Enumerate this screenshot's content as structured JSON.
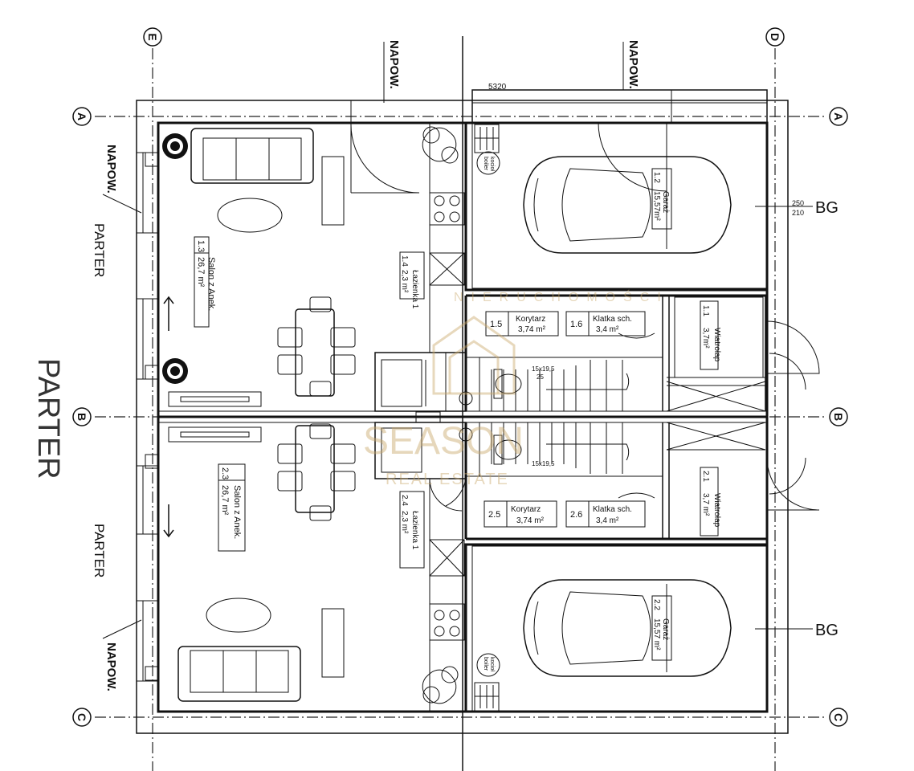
{
  "grid": {
    "top_left": "E",
    "top_right": "D",
    "row_a": "A",
    "row_b": "B",
    "row_c": "C"
  },
  "labels": {
    "napow": "NAPOW.",
    "parter": "PARTER",
    "parter_big": "PARTER",
    "bg": "BG",
    "dim_width": "5320",
    "dim_bg_top": "250",
    "dim_bg_bottom": "210",
    "stair_top": "15x19,5",
    "stair_top_2": "25",
    "stair_bottom": "15x19,5"
  },
  "rooms": [
    {
      "id": "1.1",
      "name": "Wiatrołap",
      "area": "3,7m²"
    },
    {
      "id": "1.2",
      "name": "Garaż",
      "area": "15,57m²"
    },
    {
      "id": "1.3",
      "name": "Salon z Anek.",
      "area": "26,7 m²"
    },
    {
      "id": "1.4",
      "name": "Łazienka 1",
      "area": "2,3 m²"
    },
    {
      "id": "1.5",
      "name": "Korytarz",
      "area": "3,74 m²"
    },
    {
      "id": "1.6",
      "name": "Klatka sch.",
      "area": "3,4 m²"
    },
    {
      "id": "2.1",
      "name": "Wiatrołap",
      "area": "3,7 m²"
    },
    {
      "id": "2.2",
      "name": "Garaż",
      "area": "15,57 m²"
    },
    {
      "id": "2.3",
      "name": "Salon z Anek.",
      "area": "26,7 m²"
    },
    {
      "id": "2.4",
      "name": "Łazienka 1",
      "area": "2,3 m²"
    },
    {
      "id": "2.5",
      "name": "Korytarz",
      "area": "3,74 m²"
    },
    {
      "id": "2.6",
      "name": "Klatka sch.",
      "area": "3,4 m²"
    }
  ],
  "boiler": {
    "label": "boiler",
    "label2": "kocioł"
  },
  "watermark": {
    "arc_text": "NIERUCHOMOŚCI",
    "brand": "SEASON",
    "sub": "REAL ESTATE"
  }
}
